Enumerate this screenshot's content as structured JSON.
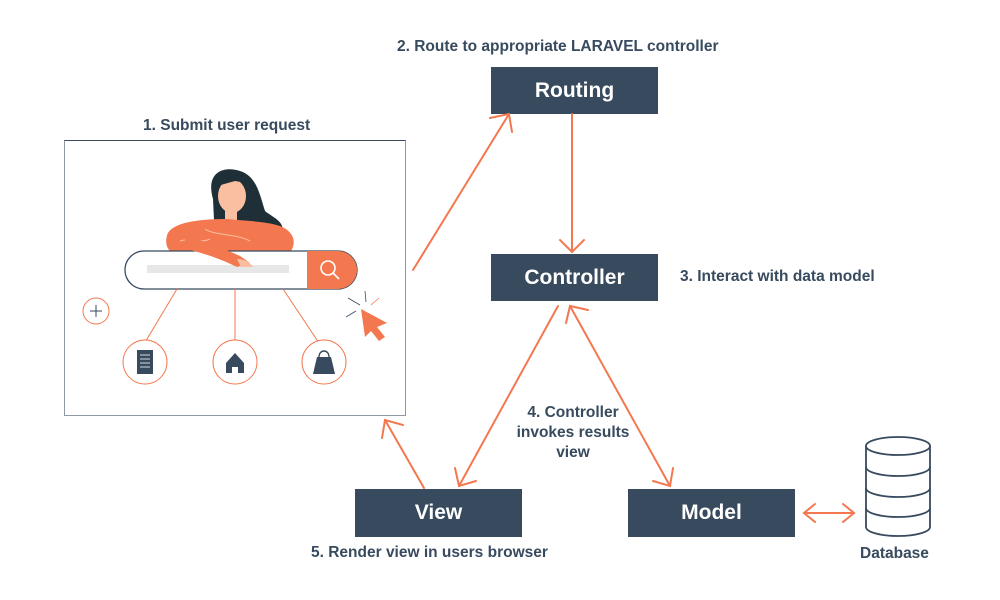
{
  "diagram": {
    "title_context": "Laravel MVC request lifecycle",
    "steps": {
      "step1": "1. Submit user request",
      "step2": "2. Route to appropriate LARAVEL controller",
      "step3": "3. Interact with data model",
      "step4_line1": "4. Controller",
      "step4_line2": "invokes results",
      "step4_line3": "view",
      "step5": "5. Render view in users browser"
    },
    "nodes": {
      "routing": "Routing",
      "controller": "Controller",
      "view": "View",
      "model": "Model",
      "database": "Database"
    },
    "browser_illustration": {
      "search_icon": "magnifier-icon",
      "plus_icon": "plus-icon",
      "cursor_icon": "pointer-cursor-icon",
      "link_icons": [
        "document-icon",
        "home-icon",
        "shopping-bag-icon"
      ]
    },
    "colors": {
      "node_fill": "#374a5e",
      "arrow": "#f4784f",
      "text": "#374a5e",
      "accent_orange": "#f4784f",
      "hair": "#1e2f38",
      "skin": "#f9bfa0"
    }
  }
}
